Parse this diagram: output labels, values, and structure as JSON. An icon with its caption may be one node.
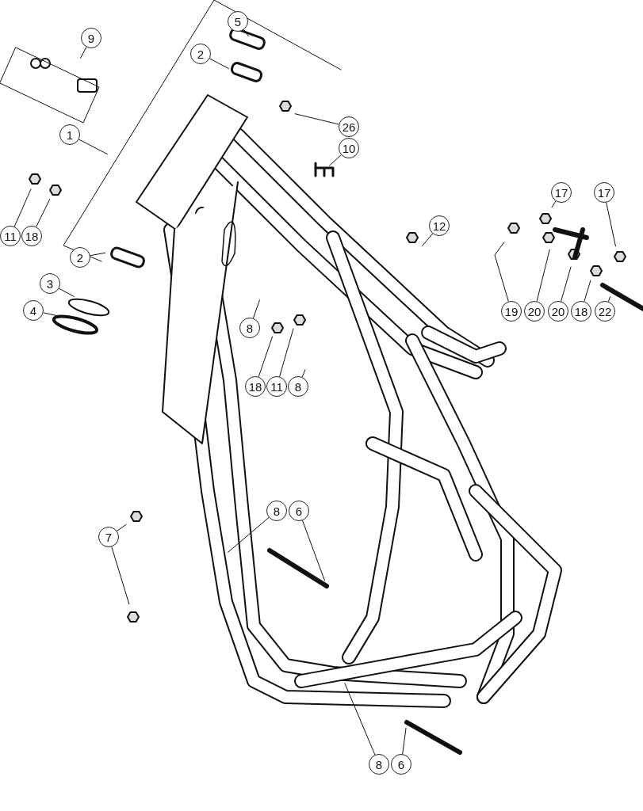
{
  "diagram": {
    "nodes": [
      {
        "text": [
          "5"
        ]
      },
      {
        "text": [
          "9"
        ]
      },
      {
        "text": [
          "2"
        ]
      },
      {
        "text": [
          "26"
        ]
      },
      {
        "text": [
          "1"
        ]
      },
      {
        "text": [
          "10"
        ]
      },
      {
        "text": [
          "17"
        ]
      },
      {
        "text": [
          "17"
        ]
      },
      {
        "text": [
          "11"
        ]
      },
      {
        "text": [
          "18"
        ]
      },
      {
        "text": [
          "12"
        ]
      },
      {
        "text": [
          "2"
        ]
      },
      {
        "text": [
          "3"
        ]
      },
      {
        "text": [
          "4"
        ]
      },
      {
        "text": [
          "19"
        ]
      },
      {
        "text": [
          "20"
        ]
      },
      {
        "text": [
          "20"
        ]
      },
      {
        "text": [
          "18"
        ]
      },
      {
        "text": [
          "22"
        ]
      },
      {
        "text": [
          "8"
        ]
      },
      {
        "text": [
          "18"
        ]
      },
      {
        "text": [
          "11"
        ]
      },
      {
        "text": [
          "8"
        ]
      },
      {
        "text": [
          "8"
        ]
      },
      {
        "text": [
          "6"
        ]
      },
      {
        "text": [
          "7"
        ]
      },
      {
        "text": [
          "8"
        ]
      },
      {
        "text": [
          "6"
        ]
      }
    ],
    "edges": [
      {
        "from": 0,
        "to": null,
        "arrow": "none"
      },
      {
        "from": 1,
        "to": null,
        "arrow": "none"
      },
      {
        "from": 2,
        "to": null,
        "arrow": "none"
      },
      {
        "from": 3,
        "to": null,
        "arrow": "none"
      },
      {
        "from": 4,
        "to": null,
        "arrow": "none"
      },
      {
        "from": 5,
        "to": null,
        "arrow": "none"
      },
      {
        "from": 6,
        "to": null,
        "arrow": "none"
      },
      {
        "from": 7,
        "to": null,
        "arrow": "none"
      },
      {
        "from": 8,
        "to": null,
        "arrow": "none"
      },
      {
        "from": 9,
        "to": null,
        "arrow": "none"
      },
      {
        "from": 10,
        "to": null,
        "arrow": "none"
      },
      {
        "from": 11,
        "to": null,
        "arrow": "none"
      },
      {
        "from": 12,
        "to": null,
        "arrow": "none"
      },
      {
        "from": 13,
        "to": null,
        "arrow": "none"
      },
      {
        "from": 14,
        "to": null,
        "arrow": "none"
      },
      {
        "from": 15,
        "to": null,
        "arrow": "none"
      },
      {
        "from": 16,
        "to": null,
        "arrow": "none"
      },
      {
        "from": 17,
        "to": null,
        "arrow": "none"
      },
      {
        "from": 18,
        "to": null,
        "arrow": "none"
      },
      {
        "from": 19,
        "to": null,
        "arrow": "none"
      },
      {
        "from": 20,
        "to": null,
        "arrow": "none"
      },
      {
        "from": 21,
        "to": null,
        "arrow": "none"
      },
      {
        "from": 22,
        "to": null,
        "arrow": "none"
      },
      {
        "from": 23,
        "to": null,
        "arrow": "none"
      },
      {
        "from": 24,
        "to": null,
        "arrow": "none"
      },
      {
        "from": 25,
        "to": null,
        "arrow": "none"
      },
      {
        "from": 25,
        "to": null,
        "arrow": "none"
      },
      {
        "from": 26,
        "to": null,
        "arrow": "none"
      },
      {
        "from": 27,
        "to": null,
        "arrow": "none"
      }
    ]
  }
}
